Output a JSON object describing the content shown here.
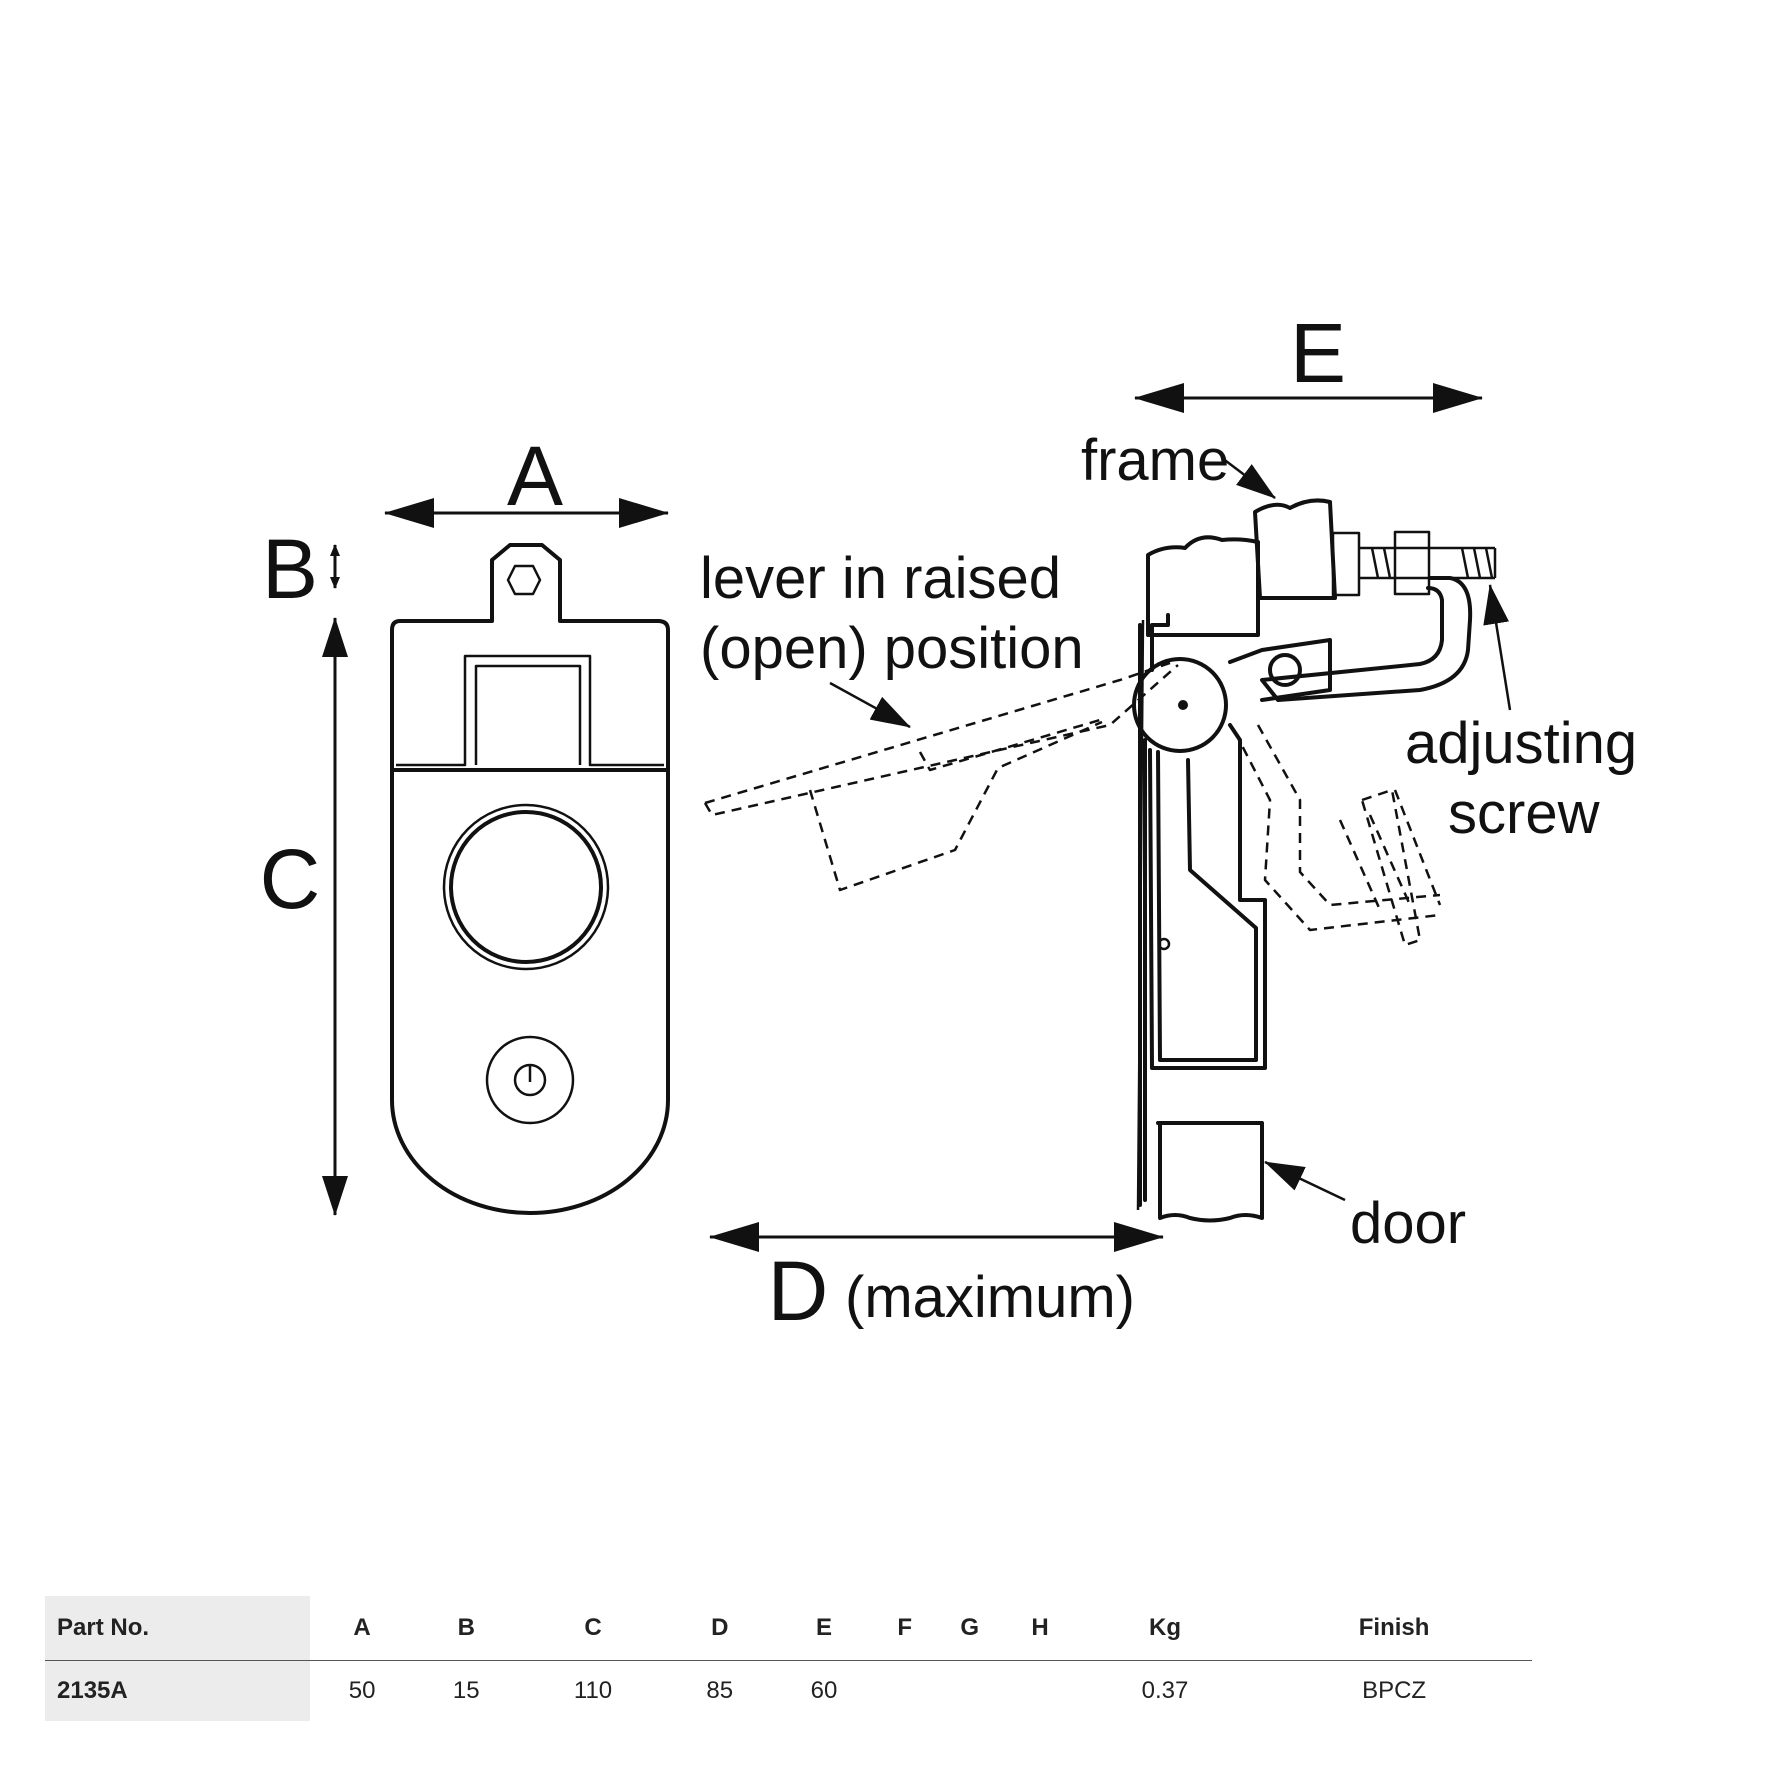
{
  "labels": {
    "A": "A",
    "B": "B",
    "C": "C",
    "E": "E",
    "D": "D",
    "D_note": "(maximum)",
    "frame": "frame",
    "lever_line1": "lever in raised",
    "lever_line2": "(open) position",
    "adjusting_line1": "adjusting",
    "adjusting_line2": "screw",
    "door": "door"
  },
  "table": {
    "headers": [
      "Part No.",
      "A",
      "B",
      "C",
      "D",
      "E",
      "F",
      "G",
      "H",
      "Kg",
      "Finish"
    ],
    "rows": [
      [
        "2135A",
        "50",
        "15",
        "110",
        "85",
        "60",
        "",
        "",
        "",
        "0.37",
        "BPCZ"
      ]
    ]
  }
}
